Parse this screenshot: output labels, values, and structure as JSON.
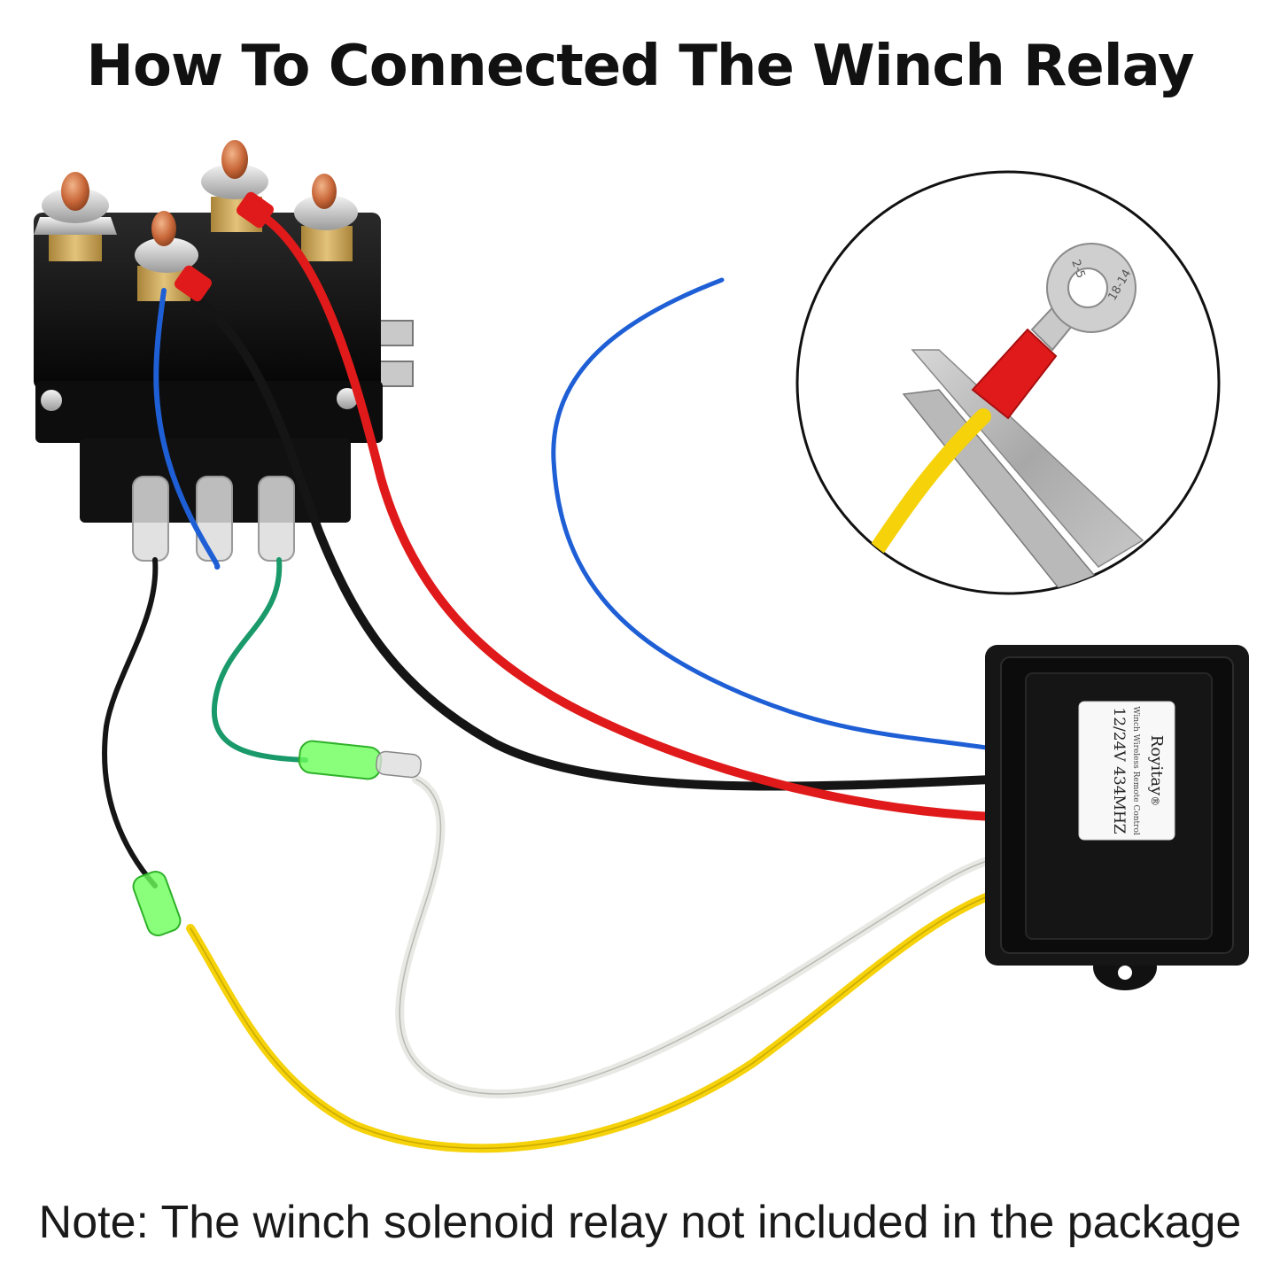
{
  "title": "How To Connected The Winch Relay",
  "note": "Note: The winch solenoid relay not included in the package",
  "remote_label": {
    "brand": "Royitay",
    "registered": "®",
    "product": "Winch Wireless Remote Control",
    "spec": "12/24V 434MHZ"
  },
  "terminal_marks": {
    "ring_size_a": "2-5",
    "ring_size_b": "18-14"
  },
  "wire_colors": {
    "blue": "#1f5fd6",
    "black": "#151515",
    "red": "#e01a1a",
    "white": "#e8e8e4",
    "yellow": "#f5d20a",
    "green": "#1a9a6a"
  }
}
